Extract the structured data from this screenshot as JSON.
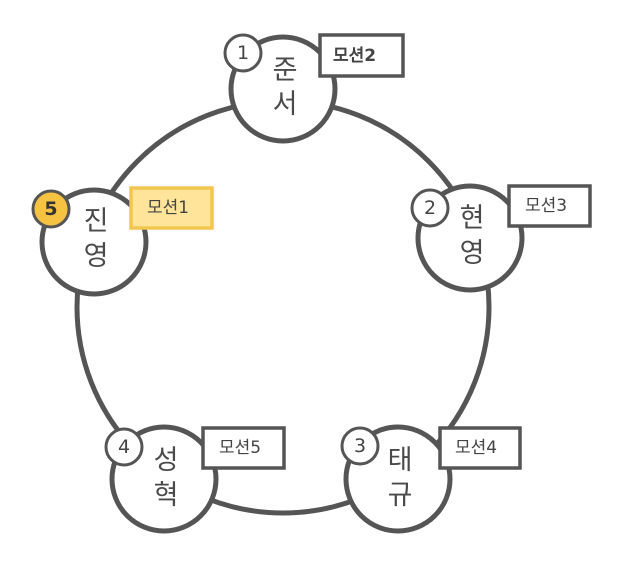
{
  "nodes": [
    {
      "id": "junseo",
      "name_top": "준",
      "name_bottom": "서",
      "order": "1",
      "motion": "모션2",
      "highlight": false,
      "bold_motion": true
    },
    {
      "id": "hyunyoung",
      "name_top": "현",
      "name_bottom": "영",
      "order": "2",
      "motion": "모션3",
      "highlight": false,
      "bold_motion": false
    },
    {
      "id": "taegyu",
      "name_top": "태",
      "name_bottom": "규",
      "order": "3",
      "motion": "모션4",
      "highlight": false,
      "bold_motion": false
    },
    {
      "id": "sunghyuk",
      "name_top": "성",
      "name_bottom": "혁",
      "order": "4",
      "motion": "모션5",
      "highlight": false,
      "bold_motion": false
    },
    {
      "id": "jinyoung",
      "name_top": "진",
      "name_bottom": "영",
      "order": "5",
      "motion": "모션1",
      "highlight": true,
      "bold_motion": false
    }
  ],
  "colors": {
    "stroke": "#555555",
    "highlight_badge": "#f5c242",
    "highlight_tag": "#ffe49a"
  }
}
